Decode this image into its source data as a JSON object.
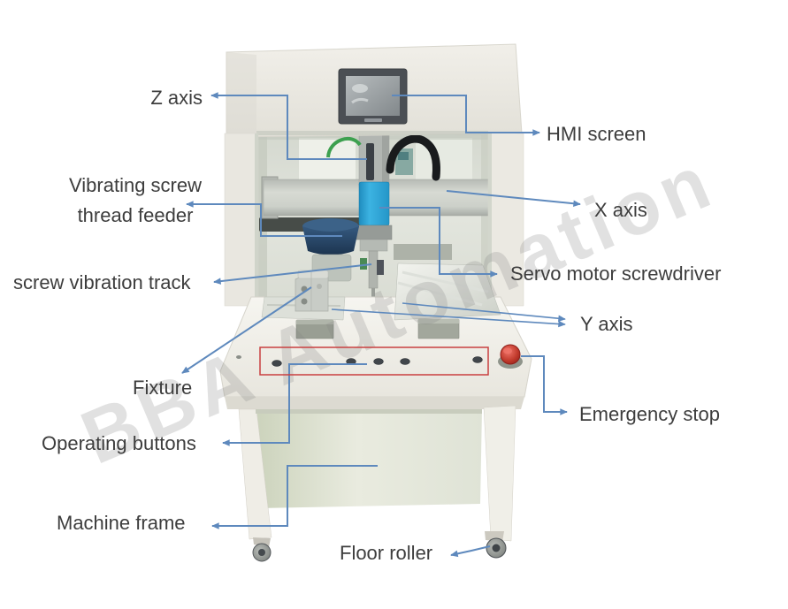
{
  "watermark": "BBA Automation",
  "colors": {
    "callout_line": "#5E89BD",
    "label_text": "#3D3D3D",
    "highlight_box": "#C94040",
    "screwdriver_blue": "#2AA5D7",
    "feeder_navy": "#22405E",
    "emergency_red": "#C0392B",
    "machine_body": "#E9E7E0"
  },
  "labels": {
    "z_axis": "Z axis",
    "hmi_screen": "HMI screen",
    "vibrating_screw_thread_feeder": "Vibrating screw thread feeder",
    "x_axis": "X axis",
    "screw_vibration_track": "screw vibration track",
    "servo_motor_screwdriver": "Servo motor screwdriver",
    "y_axis": "Y axis",
    "fixture": "Fixture",
    "emergency_stop": "Emergency stop",
    "operating_buttons": "Operating buttons",
    "machine_frame": "Machine frame",
    "floor_roller": "Floor roller"
  }
}
